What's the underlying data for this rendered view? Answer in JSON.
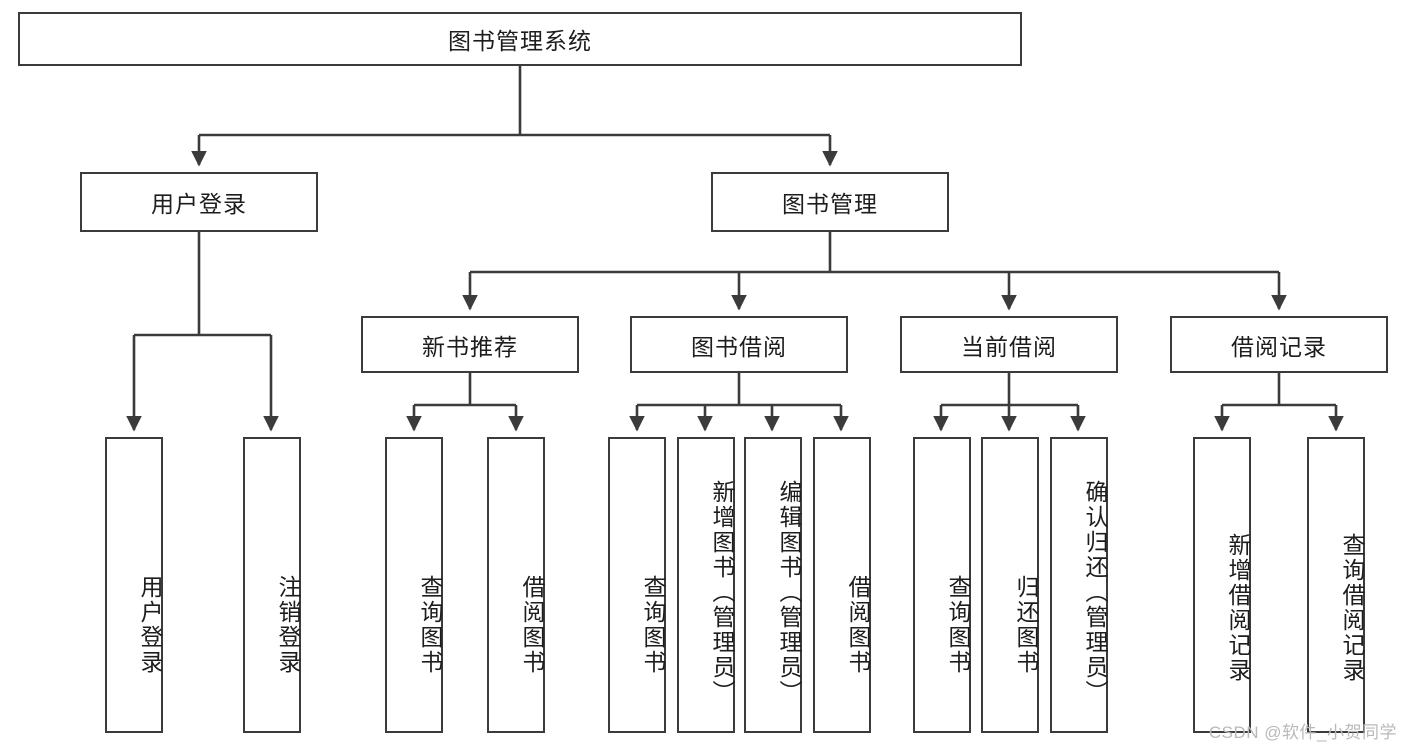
{
  "diagram": {
    "title": "图书管理系统",
    "type": "tree-hierarchy-diagram",
    "root": {
      "label": "图书管理系统"
    },
    "level2": [
      {
        "label": "用户登录"
      },
      {
        "label": "图书管理"
      }
    ],
    "level3": [
      {
        "label": "新书推荐"
      },
      {
        "label": "图书借阅"
      },
      {
        "label": "当前借阅"
      },
      {
        "label": "借阅记录"
      }
    ],
    "leaves": {
      "user_login": [
        {
          "label": "用户登录"
        },
        {
          "label": "注销登录"
        }
      ],
      "new_book_recommend": [
        {
          "label": "查询图书"
        },
        {
          "label": "借阅图书"
        }
      ],
      "book_borrow": [
        {
          "label": "查询图书"
        },
        {
          "label": "新增图书（管理员）"
        },
        {
          "label": "编辑图书（管理员）"
        },
        {
          "label": "借阅图书"
        }
      ],
      "current_borrow": [
        {
          "label": "查询图书"
        },
        {
          "label": "归还图书"
        },
        {
          "label": "确认归还（管理员）"
        }
      ],
      "borrow_record": [
        {
          "label": "新增借阅记录"
        },
        {
          "label": "查询借阅记录"
        }
      ]
    }
  },
  "watermark": {
    "text": "CSDN @软件_小贺同学"
  },
  "colors": {
    "border": "#3b3b3b",
    "background": "#ffffff",
    "text": "#1d1d1d",
    "watermark": "#b9b9b9"
  }
}
